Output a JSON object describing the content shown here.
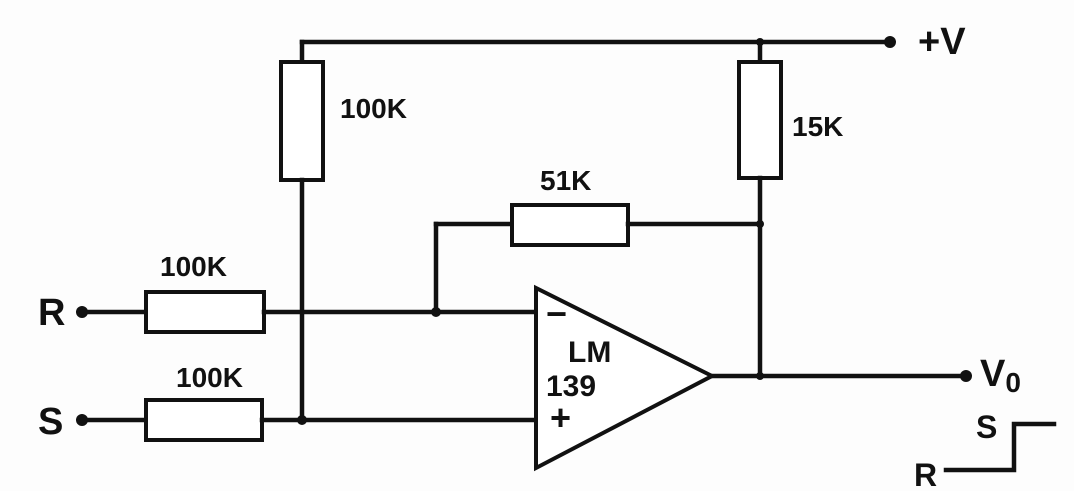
{
  "supply": {
    "label": "+V"
  },
  "inputs": {
    "r_label": "R",
    "s_label": "S"
  },
  "output": {
    "label": "V",
    "label_sub": "0"
  },
  "resistors": {
    "pullup_left": "100K",
    "pullup_right": "15K",
    "feedback": "51K",
    "input_r": "100K",
    "input_s": "100K"
  },
  "opamp": {
    "line1": "LM",
    "line2": "139",
    "inverting_sign": "−",
    "noninverting_sign": "+"
  },
  "waveform": {
    "s_label": "S",
    "r_label": "R"
  }
}
